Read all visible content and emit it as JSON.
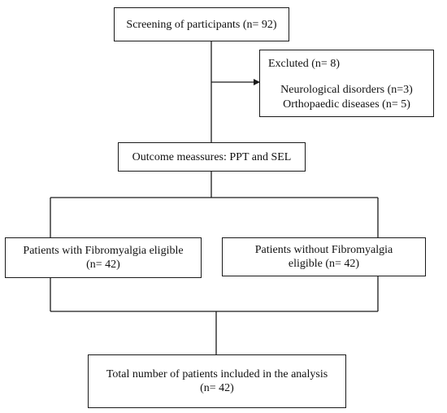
{
  "screening": {
    "label": "Screening of participants (n= 92)"
  },
  "excluded": {
    "title": "Excluted (n= 8)",
    "reasons": [
      "Neurological disorders (n=3)",
      "Orthopaedic diseases (n= 5)"
    ]
  },
  "outcome": {
    "label": "Outcome meassures: PPT and SEL"
  },
  "fibro_group": {
    "line1": "Patients with Fibromyalgia eligible",
    "line2": "(n= 42)"
  },
  "nonfibro_group": {
    "line1": "Patients without Fibromyalgia",
    "line2": "eligible (n= 42)"
  },
  "total": {
    "line1": "Total number of patients included in the analysis",
    "line2": "(n= 42)"
  }
}
